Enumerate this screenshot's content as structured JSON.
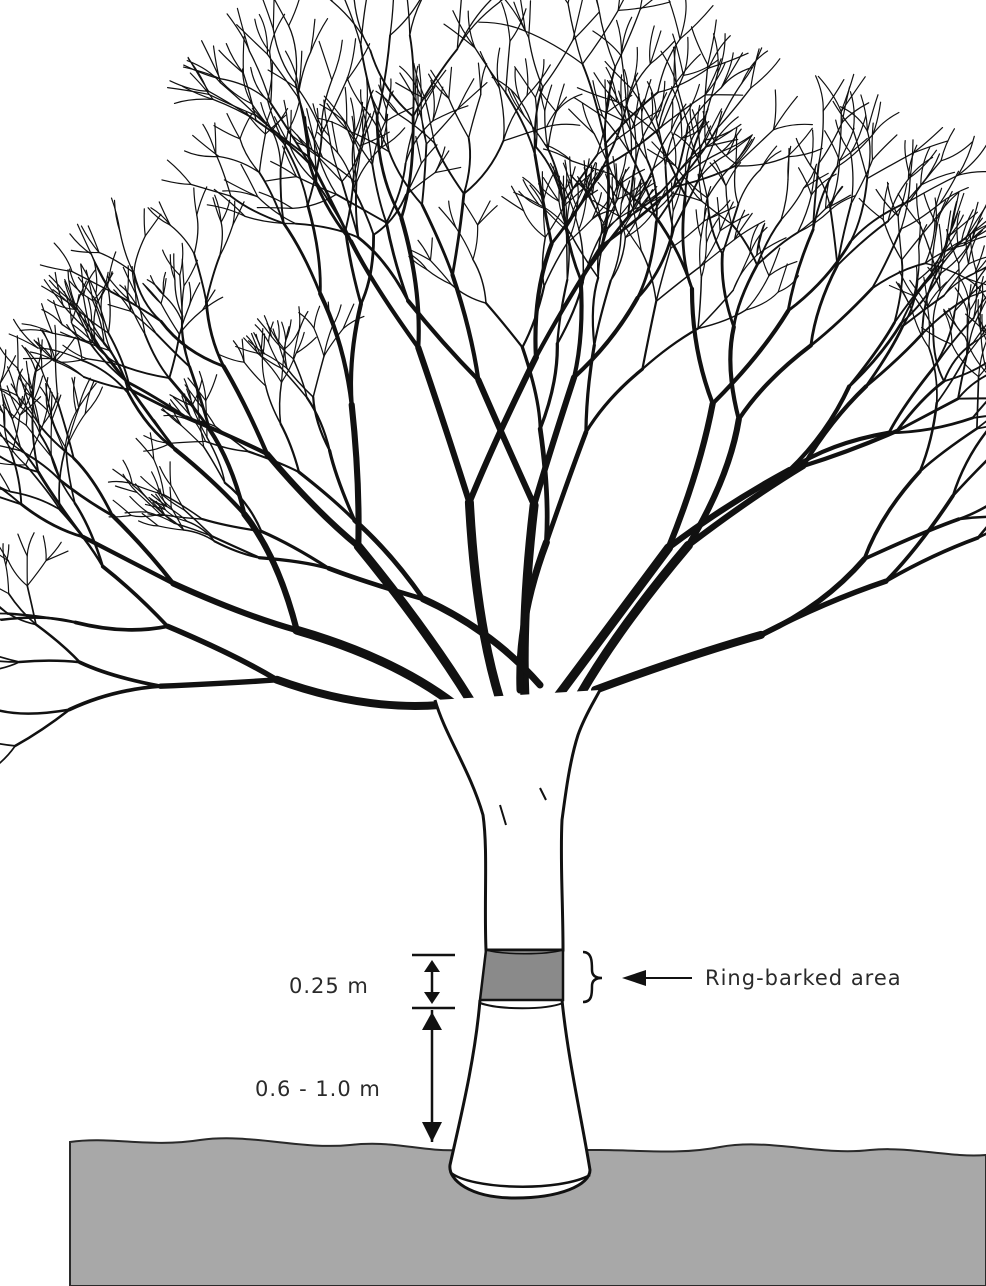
{
  "diagram": {
    "labels": {
      "ring_height": "0.25 m",
      "ring_position": "0.6 - 1.0 m",
      "ring_area": "Ring-barked area"
    },
    "colors": {
      "line": "#111111",
      "ground": "#a8a8a8",
      "ring_band": "#8a8a8a",
      "background": "#ffffff"
    },
    "icons": [
      "dimension-arrow-icon",
      "brace-icon",
      "pointer-arrow-icon"
    ]
  }
}
